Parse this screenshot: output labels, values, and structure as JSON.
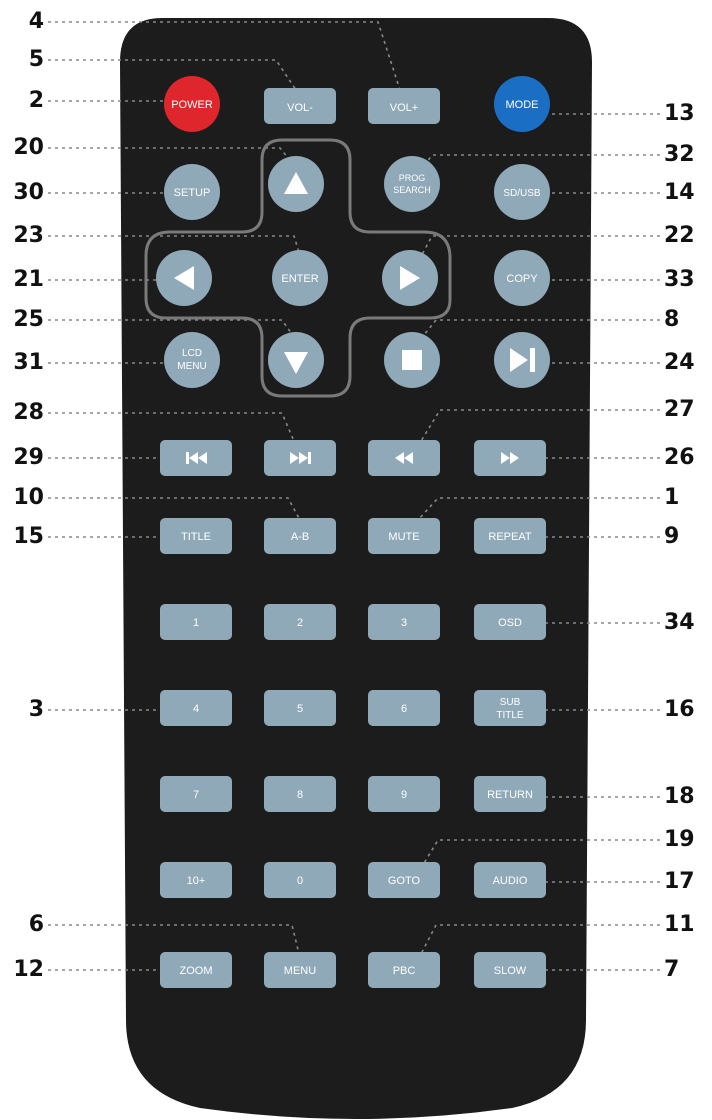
{
  "colors": {
    "body": "#1c1c1c",
    "button": "#8fa9b8",
    "power": "#e0262d",
    "mode": "#1a6fc4",
    "leader": "#888888"
  },
  "buttons": {
    "power": "POWER",
    "vol_minus": "VOL-",
    "vol_plus": "VOL+",
    "mode": "MODE",
    "setup": "SETUP",
    "prog_search": [
      "PROG",
      "SEARCH"
    ],
    "sd_usb": "SD/USB",
    "enter": "ENTER",
    "copy": "COPY",
    "lcd_menu": [
      "LCD",
      "MENU"
    ],
    "title": "TITLE",
    "a_b": "A-B",
    "mute": "MUTE",
    "repeat": "REPEAT",
    "num_1": "1",
    "num_2": "2",
    "num_3": "3",
    "osd": "OSD",
    "num_4": "4",
    "num_5": "5",
    "num_6": "6",
    "subtitle": [
      "SUB",
      "TITLE"
    ],
    "num_7": "7",
    "num_8": "8",
    "num_9": "9",
    "return": "RETURN",
    "ten_plus": "10+",
    "num_0": "0",
    "goto": "GOTO",
    "audio": "AUDIO",
    "zoom": "ZOOM",
    "menu": "MENU",
    "pbc": "PBC",
    "slow": "SLOW"
  },
  "callouts_left": [
    "4",
    "5",
    "2",
    "20",
    "30",
    "23",
    "21",
    "25",
    "31",
    "28",
    "29",
    "10",
    "15",
    "3",
    "6",
    "12"
  ],
  "callouts_right": [
    "13",
    "32",
    "14",
    "22",
    "33",
    "8",
    "24",
    "27",
    "26",
    "1",
    "9",
    "34",
    "16",
    "18",
    "19",
    "17",
    "11",
    "7"
  ]
}
